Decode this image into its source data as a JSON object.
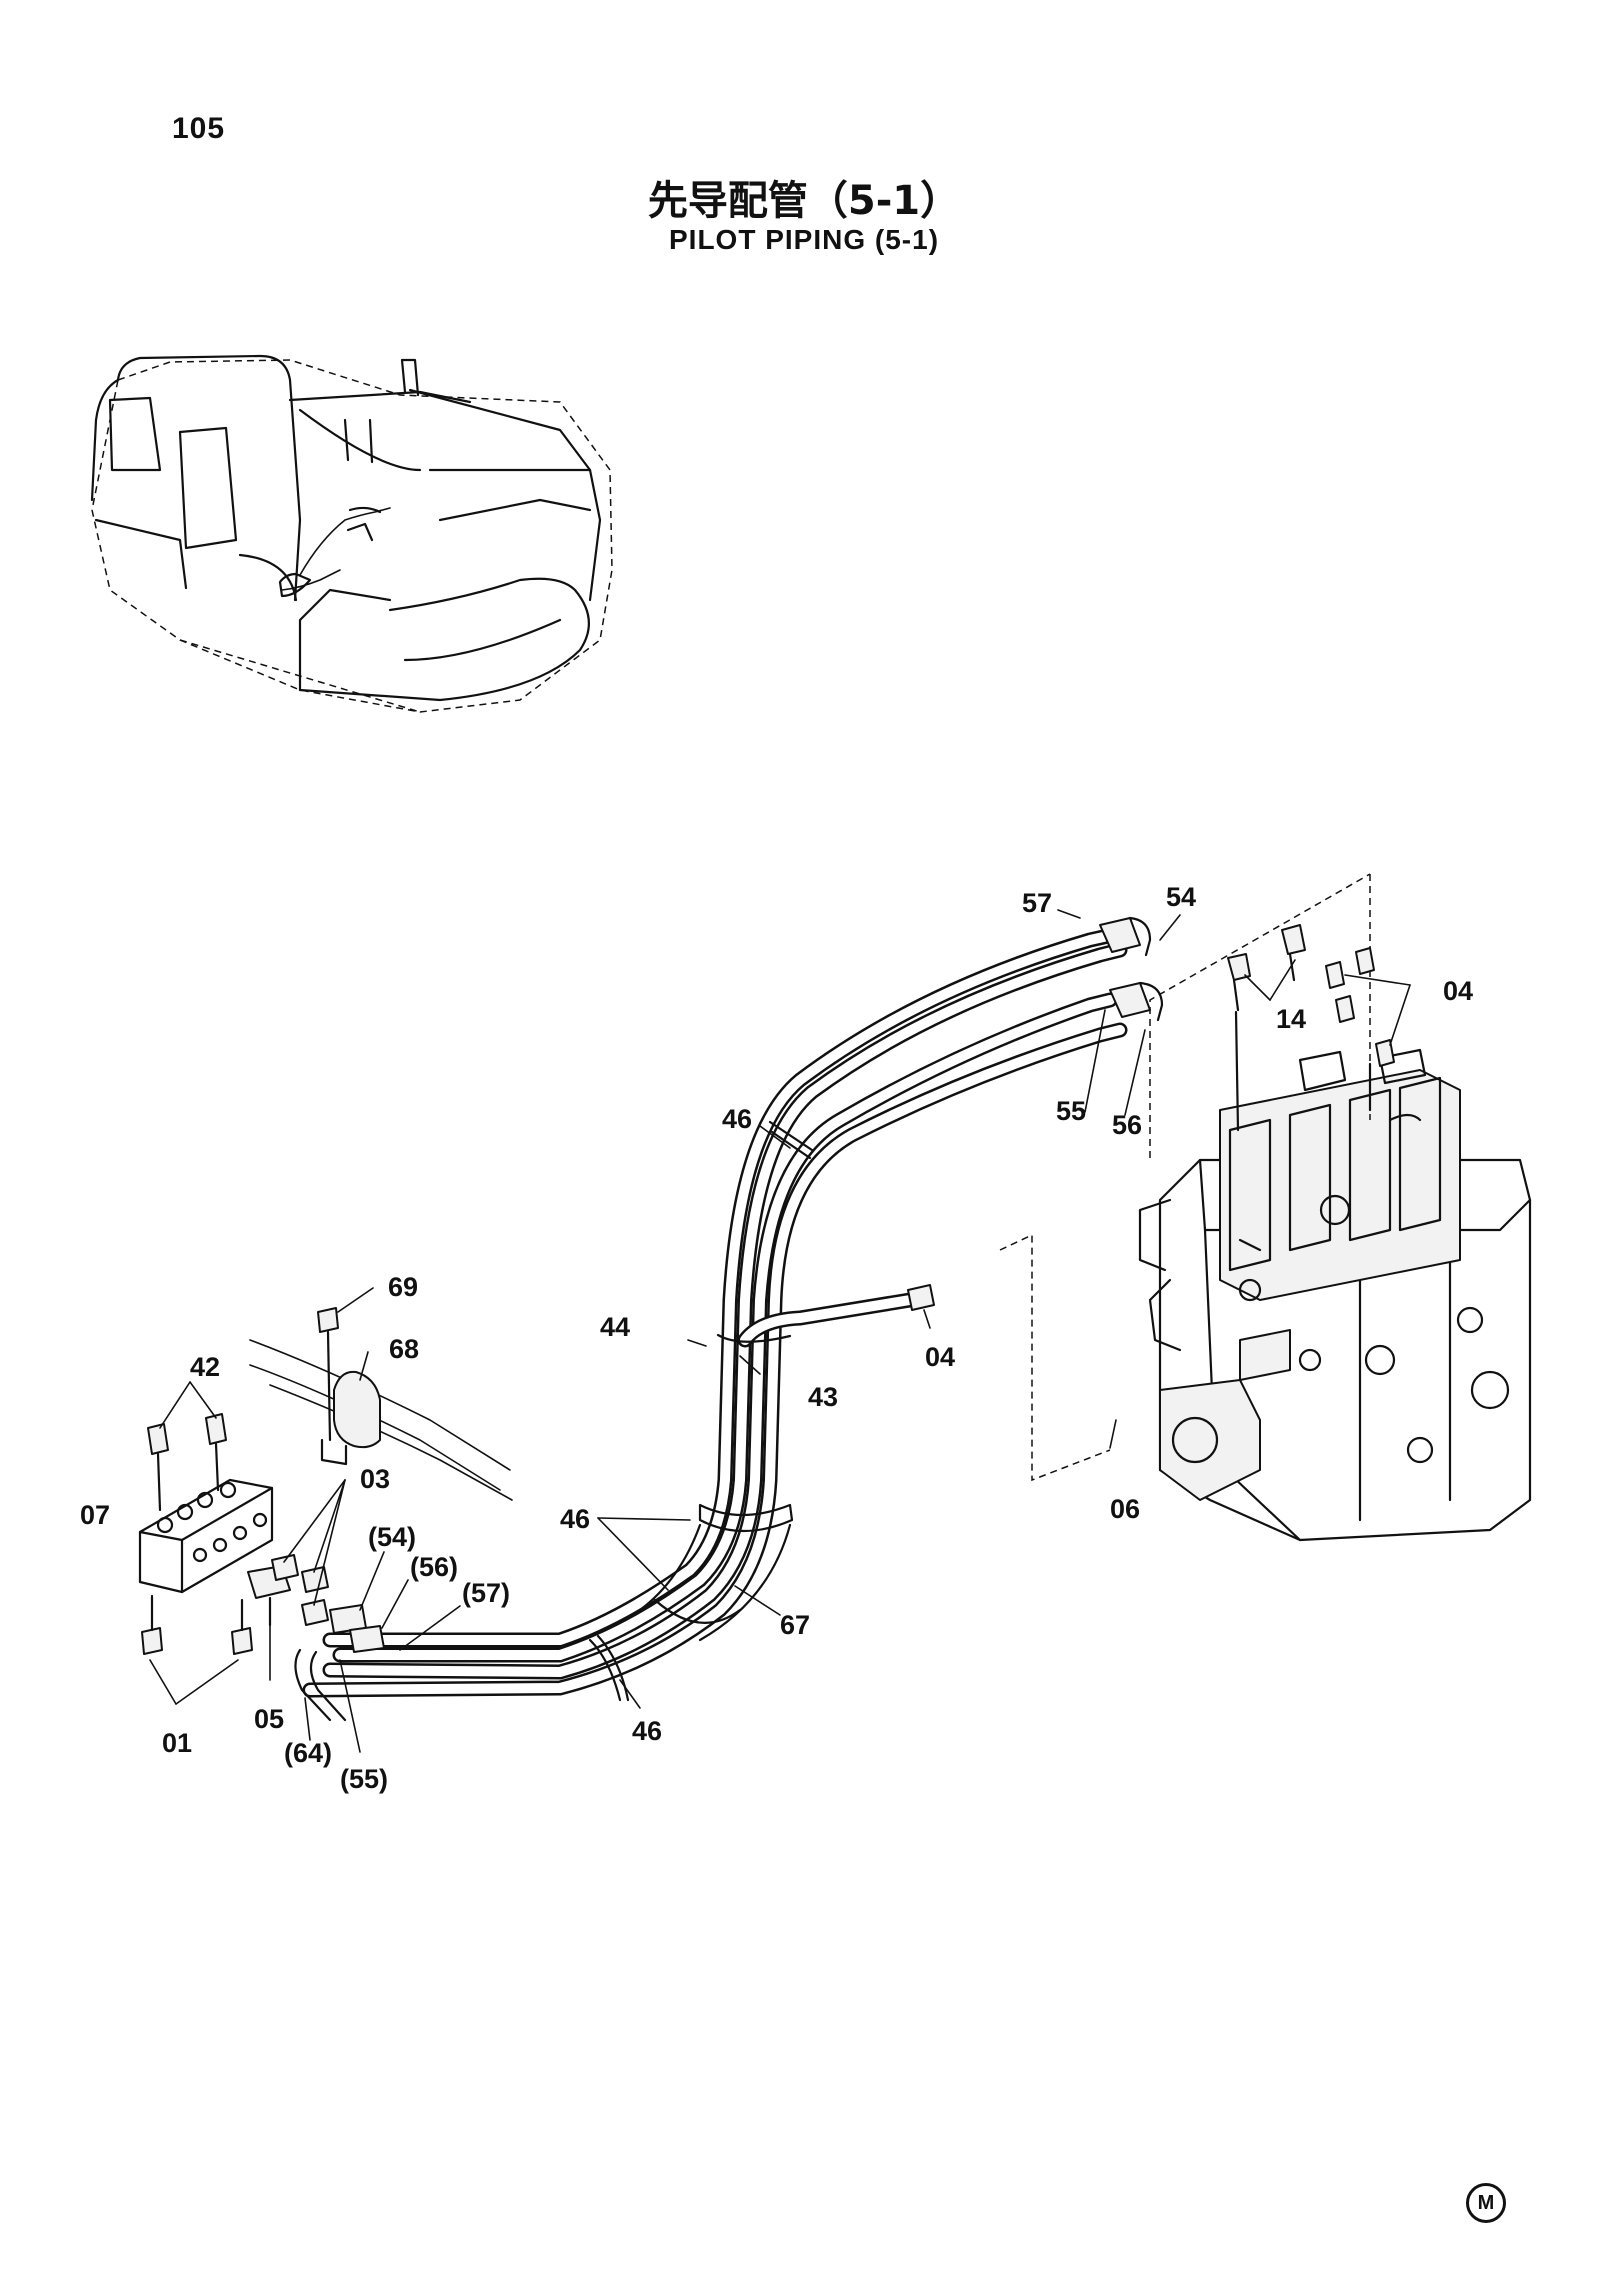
{
  "page_number": "105",
  "title_cn": "先导配管（5-1）",
  "title_en": "PILOT  PIPING (5-1)",
  "maker_mark": "M",
  "callouts": {
    "c57": "57",
    "c54": "54",
    "c04a": "04",
    "c14": "14",
    "c55": "55",
    "c56": "56",
    "c46a": "46",
    "c69": "69",
    "c68": "68",
    "c44": "44",
    "c04b": "04",
    "c42": "42",
    "c43": "43",
    "c03": "03",
    "c07": "07",
    "c06": "06",
    "c46b": "46",
    "c54p": "(54)",
    "c56p": "(56)",
    "c57p": "(57)",
    "c67": "67",
    "c05": "05",
    "c01": "01",
    "c46c": "46",
    "c64p": "(64)",
    "c55p": "(55)"
  }
}
